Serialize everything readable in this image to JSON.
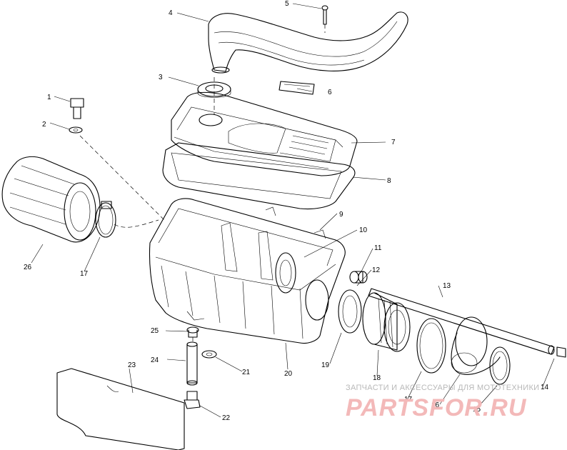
{
  "callouts": {
    "p1": "1",
    "p2": "2",
    "p3": "3",
    "p4": "4",
    "p5": "5",
    "p6": "6",
    "p7": "7",
    "p8": "8",
    "p9": "9",
    "p10": "10",
    "p11": "11",
    "p12": "12",
    "p13": "13",
    "p14": "14",
    "p15": "15",
    "p16": "16",
    "p17a": "17",
    "p17b": "17",
    "p18": "18",
    "p19": "19",
    "p20": "20",
    "p21": "21",
    "p22": "22",
    "p23": "23",
    "p24": "24",
    "p25": "25",
    "p26": "26"
  },
  "watermark": {
    "top_line": "ЗАПЧАСТИ И АКСЕССУАРЫ ДЛЯ МОТОТЕХНИКИ",
    "site": "PARTSFOR.RU"
  }
}
